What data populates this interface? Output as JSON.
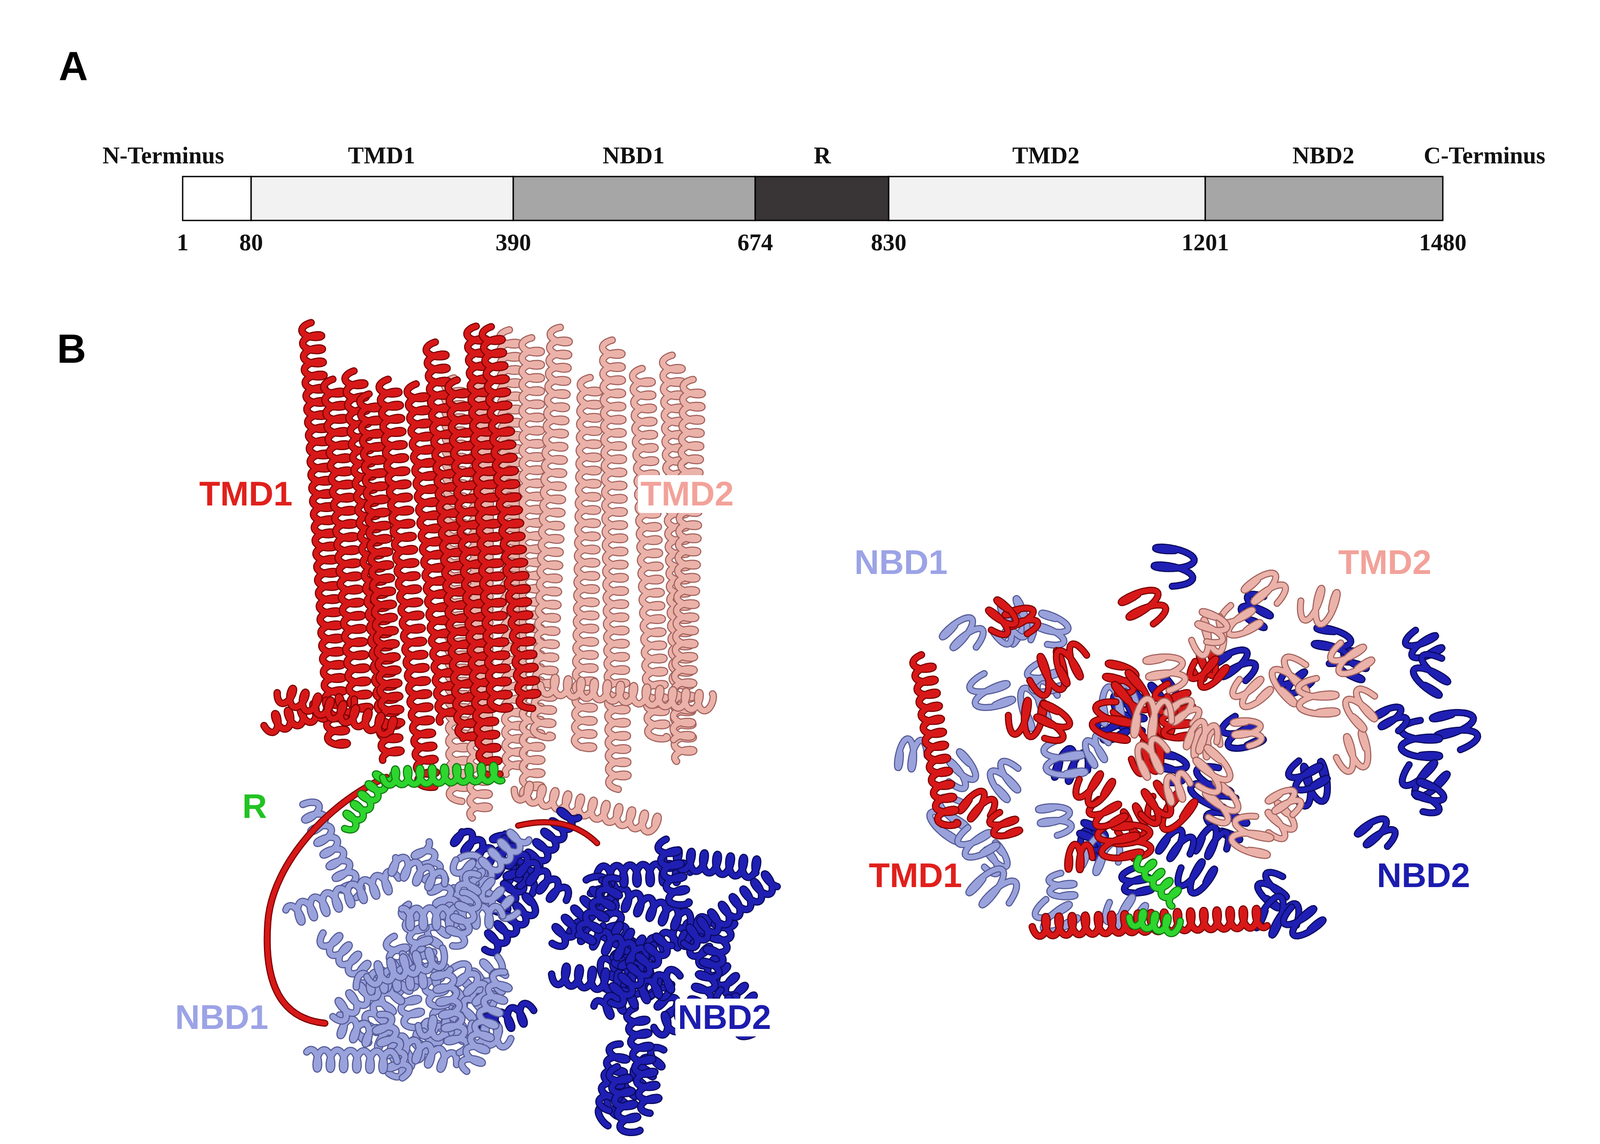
{
  "diagram": {
    "labels": [
      "A",
      "N-Terminus",
      "TMD1",
      "NBD1",
      "R",
      "TMD2",
      "NBD2",
      "C-Terminus",
      "1",
      "80",
      "390",
      "674",
      "830",
      "1201",
      "1480",
      "B",
      "TMD1",
      "TMD2",
      "R",
      "NBD1",
      "NBD2",
      "NBD1",
      "TMD2",
      "TMD1",
      "NBD2"
    ]
  }
}
